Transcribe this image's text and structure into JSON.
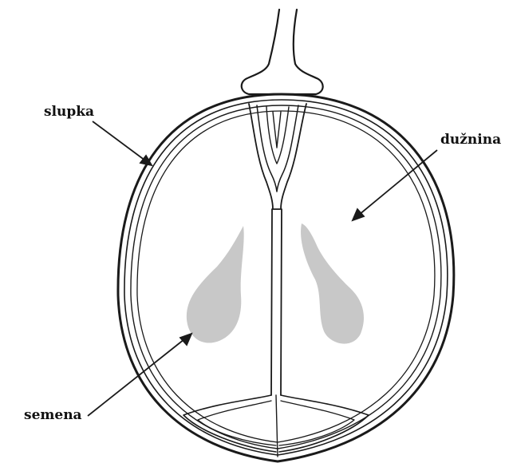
{
  "labels": {
    "skin": "slupka",
    "flesh": "dužnina",
    "seeds": "semena"
  },
  "colors": {
    "outline": "#1a1a1a",
    "seed_fill": "#c8c8c8",
    "background": "#ffffff"
  }
}
